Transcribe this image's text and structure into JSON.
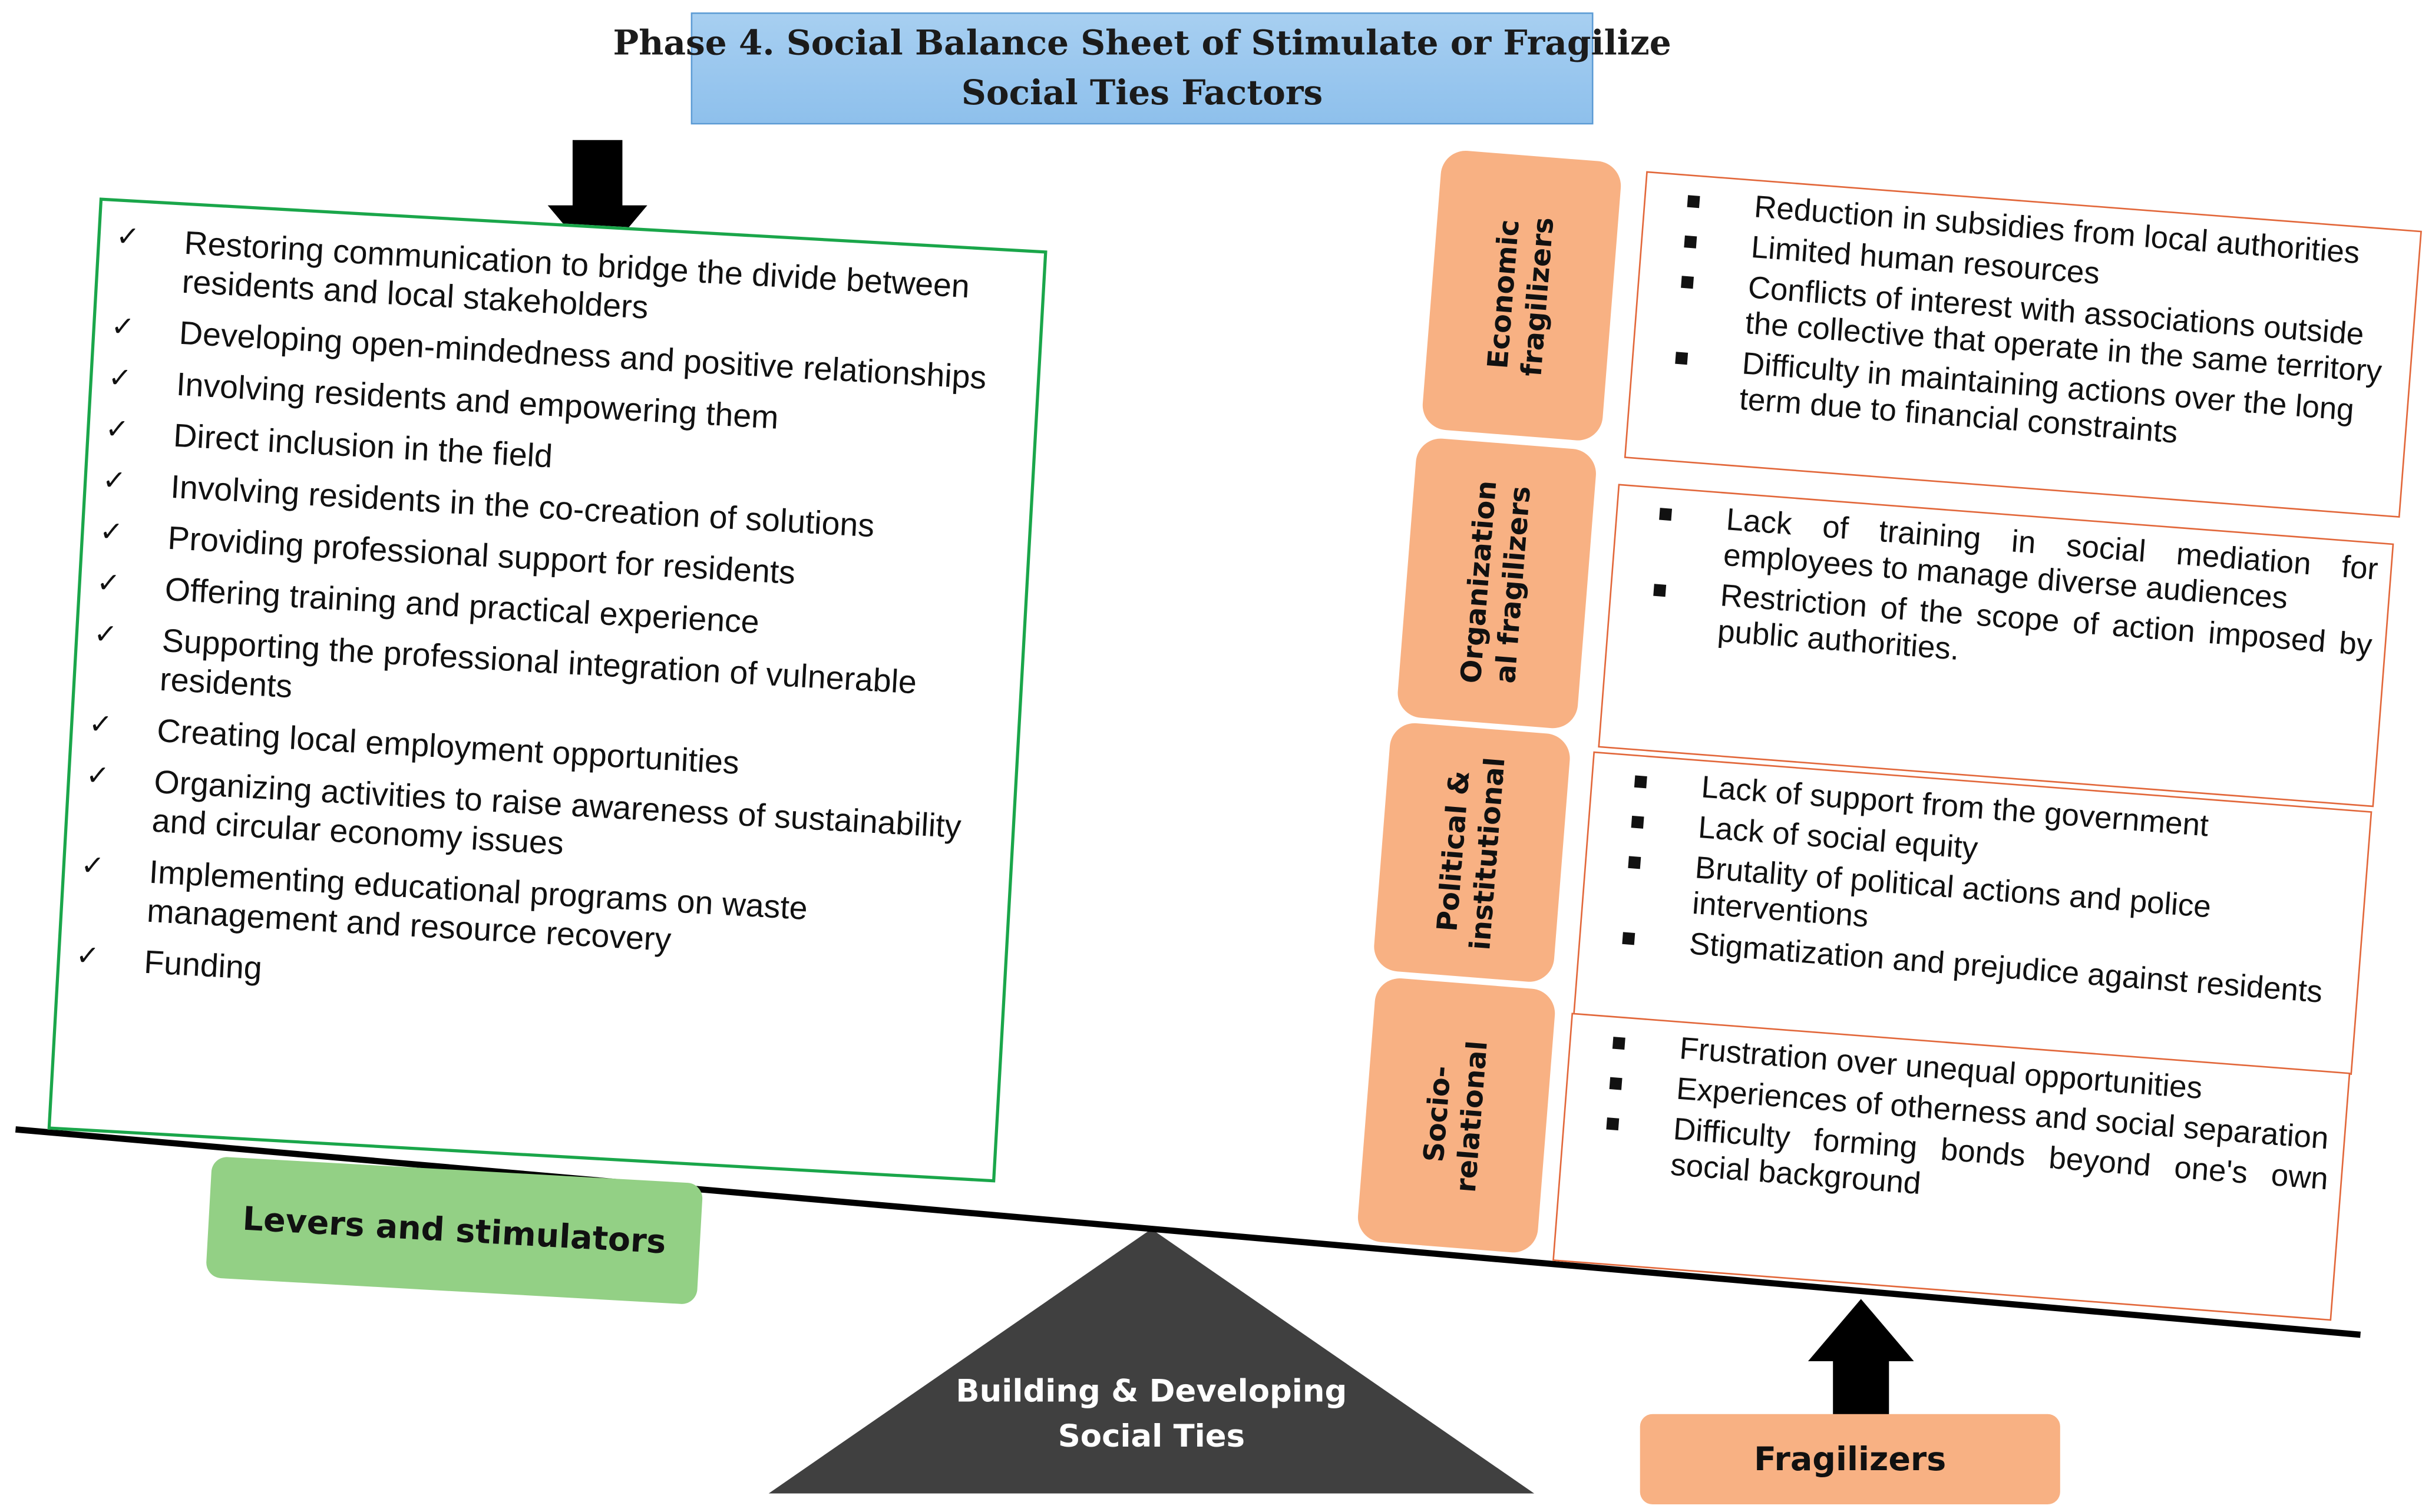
{
  "title": {
    "line1": "Phase 4. Social Balance Sheet of Stimulate or Fragilize",
    "line2": "Social Ties Factors"
  },
  "levers": {
    "heading": "Levers and stimulators",
    "check_icon": "check-icon",
    "items": [
      "Restoring communication to bridge the divide between residents and local stakeholders",
      "Developing open-mindedness and positive relationships",
      "Involving residents and empowering them",
      "Direct inclusion in the field",
      "Involving residents in the co-creation of solutions",
      "Providing professional support for residents",
      "Offering training and practical experience",
      "Supporting the professional integration of vulnerable residents",
      "Creating local employment opportunities",
      "Organizing activities to raise awareness of sustainability and circular economy issues",
      "Implementing educational programs on waste management and resource recovery",
      "Funding"
    ]
  },
  "fulcrum": {
    "line1": "Building & Developing",
    "line2": "Social Ties"
  },
  "fragilizers": {
    "heading": "Fragilizers",
    "categories": [
      {
        "label_line1": "Economic",
        "label_line2": "fragilizers",
        "items": [
          "Reduction in subsidies from local authorities",
          "Limited human resources",
          "Conflicts of interest with associations outside the collective that operate in the same territory",
          "Difficulty in maintaining actions over the long term due to financial constraints"
        ]
      },
      {
        "label_line1": "Organization",
        "label_line2": "al fragilizers",
        "items": [
          "Lack of training in social mediation for employees to manage diverse audiences",
          "Restriction of the scope of action imposed by public authorities."
        ]
      },
      {
        "label_line1": "Political &",
        "label_line2": "institutional",
        "items": [
          "Lack of support from the government",
          "Lack of social equity",
          "Brutality of political actions and police interventions",
          "Stigmatization and prejudice against residents"
        ]
      },
      {
        "label_line1": "Socio-",
        "label_line2": "relational",
        "items": [
          "Frustration over unequal opportunities",
          "Experiences of otherness and social separation",
          "Difficulty forming bonds beyond one's own social background"
        ]
      }
    ]
  },
  "colors": {
    "title_fill": "#9dc8ef",
    "lever_border": "#1aa64a",
    "lever_label_fill": "#93d085",
    "category_fill": "#f8b183",
    "fragilizer_border": "#e2673a",
    "fulcrum_fill": "#404040",
    "beam": "#000000"
  }
}
